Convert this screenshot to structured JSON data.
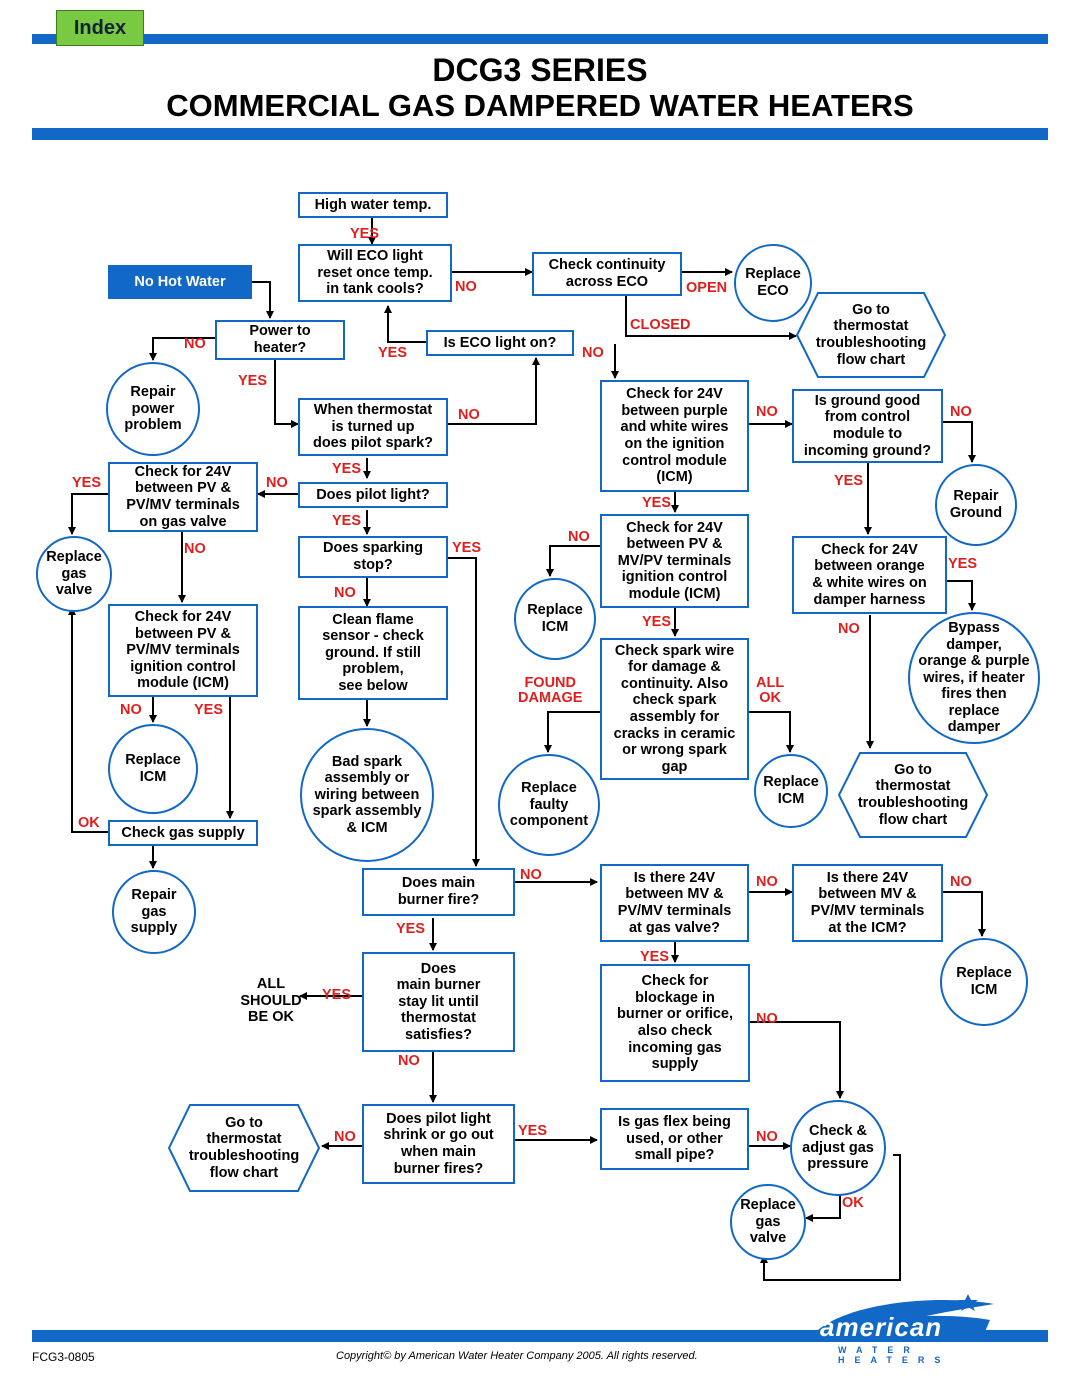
{
  "header": {
    "tab_label": "Index",
    "title_line1": "DCG3 SERIES",
    "title_line2": "COMMERCIAL GAS DAMPERED WATER HEATERS"
  },
  "nodes": {
    "high_temp": "High water temp.",
    "eco_reset": "Will ECO light\nreset once temp.\nin tank cools?",
    "check_eco": "Check continuity\nacross ECO",
    "replace_eco": "Replace\nECO",
    "goto_thermo_1": "Go to\nthermostat\ntroubleshooting\nflow chart",
    "no_hot_water": "No Hot Water",
    "power": "Power to\nheater?",
    "eco_light_on": "Is ECO light on?",
    "repair_power": "Repair\npower\nproblem",
    "pilot_spark": "When thermostat\nis turned up\ndoes pilot spark?",
    "check24_purple": "Check for 24V\nbetween purple\nand white wires\non the ignition\ncontrol module\n(ICM)",
    "ground_good": "Is ground good\nfrom control\nmodule to\nincoming ground?",
    "repair_ground": "Repair\nGround",
    "check24_pv_gas": "Check for 24V\nbetween PV &\nPV/MV terminals\non gas valve",
    "pilot_light": "Does pilot light?",
    "replace_gas_valve_1": "Replace\ngas\nvalve",
    "sparking_stop": "Does sparking\nstop?",
    "check24_pv_icm_r": "Check for 24V\nbetween PV &\nMV/PV terminals\nignition control\nmodule (ICM)",
    "check24_orange": "Check for 24V\nbetween orange\n& white wires on\ndamper harness",
    "replace_icm_1": "Replace\nICM",
    "check24_pv_icm_l": "Check for 24V\nbetween PV &\nPV/MV terminals\nignition control\nmodule (ICM)",
    "clean_flame": "Clean flame\nsensor - check\nground.  If still\nproblem,\nsee below",
    "check_spark_wire": "Check spark wire\nfor damage &\ncontinuity.  Also\ncheck spark\nassembly for\ncracks in ceramic\nor wrong spark\ngap",
    "bypass_damper": "Bypass\ndamper,\norange & purple\nwires, if heater\nfires then\nreplace\ndamper",
    "replace_icm_2": "Replace\nICM",
    "bad_spark": "Bad spark\nassembly or\nwiring between\nspark assembly\n& ICM",
    "replace_faulty": "Replace\nfaulty\ncomponent",
    "replace_icm_3": "Replace\nICM",
    "goto_thermo_2": "Go to\nthermostat\ntroubleshooting\nflow chart",
    "check_gas_supply": "Check gas supply",
    "repair_gas_supply": "Repair\ngas\nsupply",
    "main_burner_fire": "Does main\nburner fire?",
    "is_24v_mv_gas": "Is there 24V\nbetween MV &\nPV/MV terminals\nat gas valve?",
    "is_24v_mv_icm": "Is there 24V\nbetween MV &\nPV/MV terminals\nat the ICM?",
    "all_should_be_ok": "ALL\nSHOULD\nBE OK",
    "main_burner_stay": "Does\nmain burner\nstay lit until\nthermostat\nsatisfies?",
    "check_blockage": "Check for\nblockage in\nburner or orifice,\nalso check\nincoming gas\nsupply",
    "replace_icm_4": "Replace\nICM",
    "goto_thermo_3": "Go to\nthermostat\ntroubleshooting\nflow chart",
    "pilot_shrink": "Does pilot light\nshrink or go out\nwhen main\nburner fires?",
    "gas_flex": "Is gas flex being\nused, or other\nsmall pipe?",
    "check_adjust_gas": "Check &\nadjust gas\npressure",
    "replace_gas_valve_2": "Replace\ngas\nvalve"
  },
  "labels": {
    "yes": "YES",
    "no": "NO",
    "open": "OPEN",
    "closed": "CLOSED",
    "found_damage": "FOUND\nDAMAGE",
    "all_ok": "ALL\nOK",
    "ok": "OK"
  },
  "footer": {
    "code": "FCG3-0805",
    "copyright": "Copyright© by American Water Heater Company 2005.   All rights reserved.",
    "logo_word": "american",
    "logo_sub": "WATER HEATERS"
  },
  "colors": {
    "accent_blue": "#1268c7",
    "label_red": "#e01e1e",
    "tab_green": "#7ac943"
  }
}
